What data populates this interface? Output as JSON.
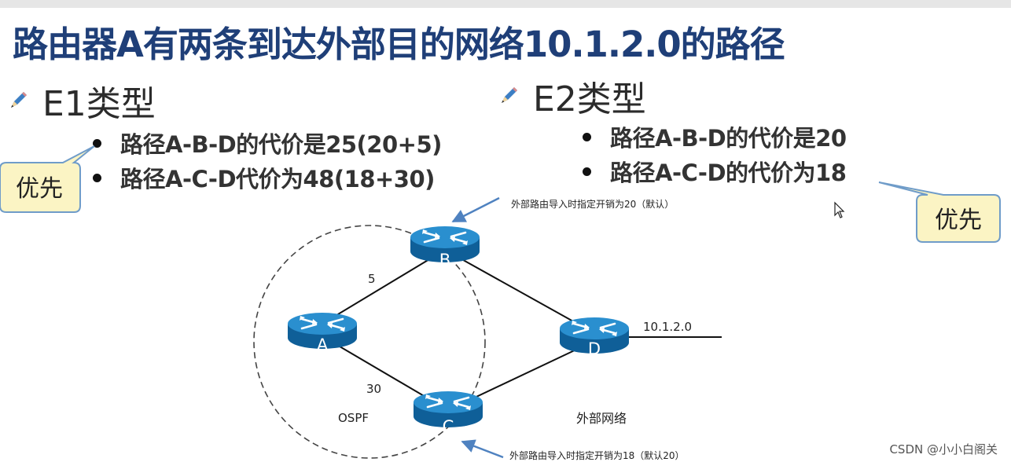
{
  "title": "路由器A有两条到达外部目的网络10.1.2.0的路径",
  "sections": {
    "e1": {
      "heading": "E1类型",
      "bullets": [
        "路径A-B-D的代价是25(20+5)",
        "路径A-C-D代价为48(18+30)"
      ],
      "callout": "优先"
    },
    "e2": {
      "heading": "E2类型",
      "bullets": [
        "路径A-B-D的代价是20",
        "路径A-C-D的代价为18"
      ],
      "callout": "优先"
    }
  },
  "diagram": {
    "routers": {
      "a": "A",
      "b": "B",
      "c": "C",
      "d": "D"
    },
    "link_costs": {
      "ab": "5",
      "ac": "30"
    },
    "network": "10.1.2.0",
    "ospf_area_label": "OSPF",
    "external_label": "外部网络",
    "annotation_b": "外部路由导入时指定开销为20（默认）",
    "annotation_c": "外部路由导入时指定开销为18（默认20）"
  },
  "watermark": "CSDN @小小白阁关",
  "colors": {
    "title": "#1f3f78",
    "callout_fill": "#fbf4c4",
    "callout_border": "#6f9cc9",
    "router_top": "#2a8fcf",
    "router_side": "#0f5f98",
    "annotation_arrow": "#4f82c0"
  }
}
